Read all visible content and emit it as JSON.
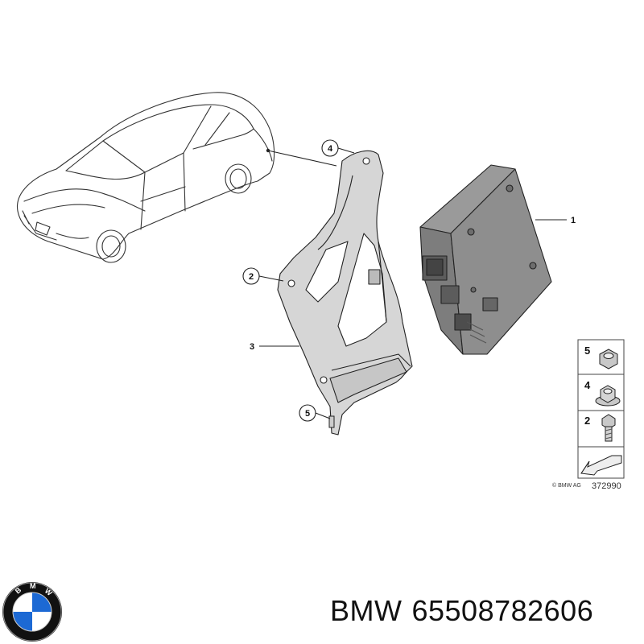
{
  "callouts": [
    {
      "id": "c1",
      "label": "1"
    },
    {
      "id": "c2",
      "label": "2"
    },
    {
      "id": "c3",
      "label": "3"
    },
    {
      "id": "c4",
      "label": "4"
    },
    {
      "id": "c5",
      "label": "5"
    }
  ],
  "legend": [
    {
      "label": "5",
      "icon": "nut-icon"
    },
    {
      "label": "4",
      "icon": "collar-nut-icon"
    },
    {
      "label": "2",
      "icon": "bolt-icon"
    }
  ],
  "copyright": "© BMW AG",
  "diagram_number": "372990",
  "footer": {
    "brand": "BMW",
    "part_number": "65508782606"
  },
  "colors": {
    "line": "#222222",
    "bracket_fill": "#d9d9d9",
    "module_fill": "#8a8a8a",
    "logo_blue": "#1c69d4"
  }
}
